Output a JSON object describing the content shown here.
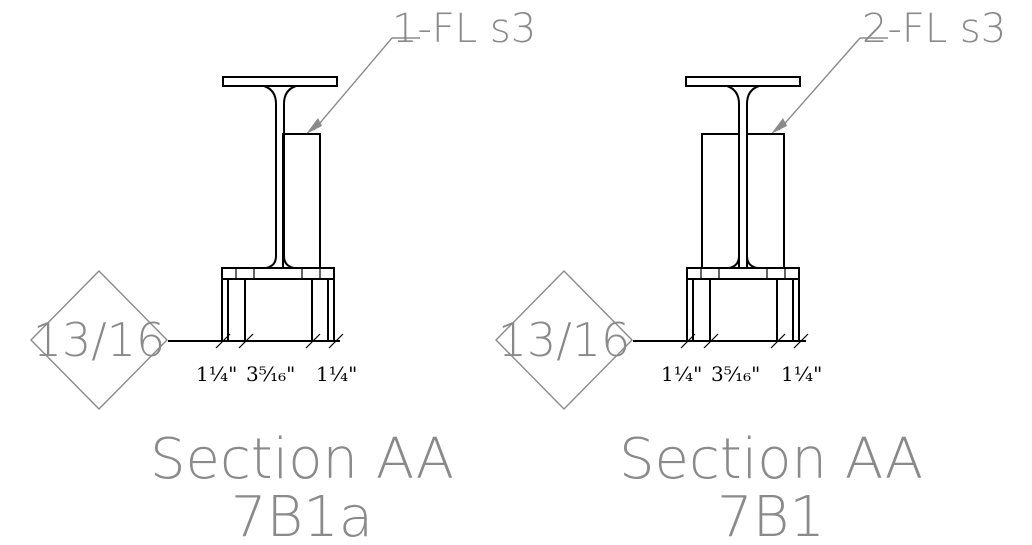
{
  "sections": [
    {
      "callout": "1-FL s3",
      "tag": "13/16",
      "dims": [
        "1¼\"",
        "3⁵⁄₁₆\"",
        "1¼\""
      ],
      "title": "Section AA",
      "subtitle": "7B1a"
    },
    {
      "callout": "2-FL s3",
      "tag": "13/16",
      "dims": [
        "1¼\"",
        "3⁵⁄₁₆\"",
        "1¼\""
      ],
      "title": "Section AA",
      "subtitle": "7B1"
    }
  ]
}
